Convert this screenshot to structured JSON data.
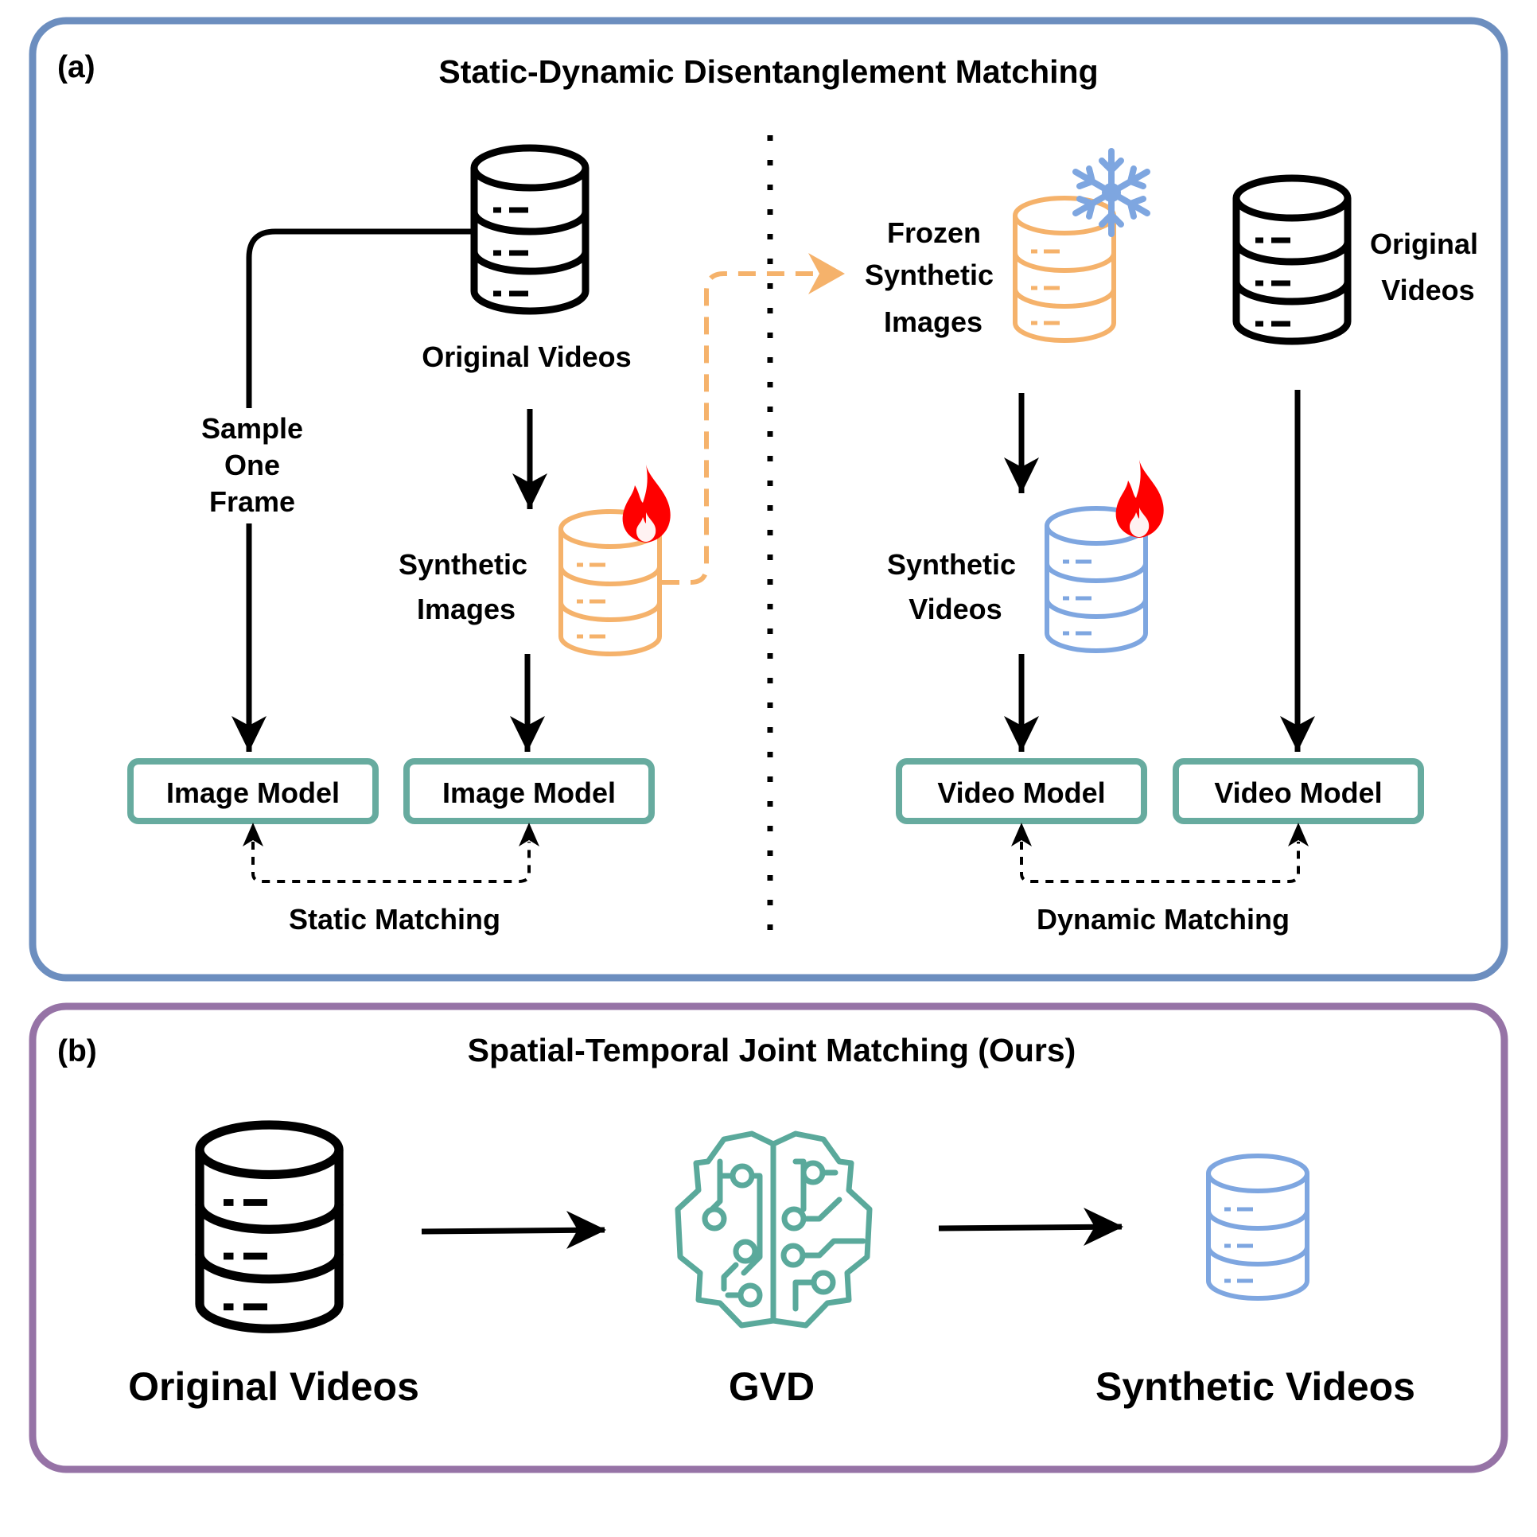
{
  "colors": {
    "panel_a_border": "#6c8ebf",
    "panel_b_border": "#9673a6",
    "model_box_border": "#67ab9f",
    "orange": "#f5b26b",
    "blue": "#7ea6e0",
    "black": "#000000",
    "fire": "#ff0000",
    "gvd_teal": "#5aa99b"
  },
  "panel_a": {
    "tag": "(a)",
    "title": "Static-Dynamic Disentanglement Matching",
    "left": {
      "db_original_label": "Original Videos",
      "sample_label": [
        "Sample",
        "One",
        "Frame"
      ],
      "db_synthetic_label": [
        "Synthetic",
        "Images"
      ],
      "box_left": "Image Model",
      "box_right": "Image Model",
      "matching_label": "Static Matching"
    },
    "right": {
      "frozen_label": [
        "Frozen",
        "Synthetic",
        "Images"
      ],
      "original_label": [
        "Original",
        "Videos"
      ],
      "synthetic_label": [
        "Synthetic",
        "Videos"
      ],
      "box_left": "Video Model",
      "box_right": "Video Model",
      "matching_label": "Dynamic Matching"
    }
  },
  "panel_b": {
    "tag": "(b)",
    "title": "Spatial-Temporal Joint Matching (Ours)",
    "left_label": "Original Videos",
    "center_label": "GVD",
    "right_label": "Synthetic Videos"
  },
  "icons": [
    "database-icon",
    "fire-icon",
    "snowflake-icon",
    "brain-circuit-icon"
  ]
}
